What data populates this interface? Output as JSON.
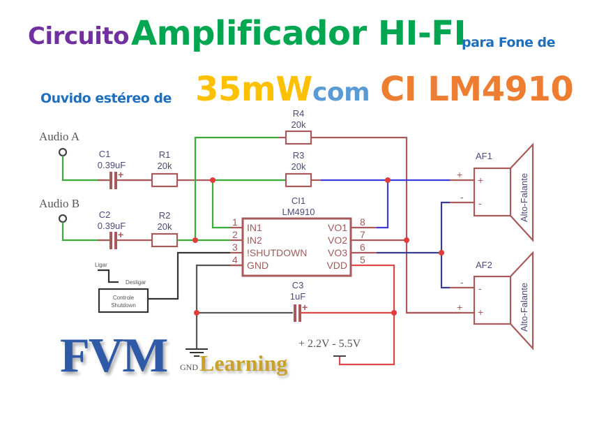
{
  "title": {
    "line1": [
      {
        "text": "Circuito",
        "color": "#7030a0"
      },
      {
        "text": "Amplificador HI-FI",
        "color": "#00a650"
      },
      {
        "text": "para Fone de",
        "color": "#1f6fbf"
      }
    ],
    "line2": [
      {
        "text": "Ouvido estéreo de",
        "color": "#1f6fbf"
      },
      {
        "text": "35mW",
        "color": "#ffc000"
      },
      {
        "text": "com",
        "color": "#5b9bd5"
      },
      {
        "text": "CI LM4910",
        "color": "#ed7d31"
      }
    ]
  },
  "inputs": {
    "audio_a": "Audio A",
    "audio_b": "Audio B"
  },
  "components": {
    "c1": {
      "ref": "C1",
      "value": "0.39uF"
    },
    "c2": {
      "ref": "C2",
      "value": "0.39uF"
    },
    "c3": {
      "ref": "C3",
      "value": "1uF"
    },
    "r1": {
      "ref": "R1",
      "value": "20k"
    },
    "r2": {
      "ref": "R2",
      "value": "20k"
    },
    "r3": {
      "ref": "R3",
      "value": "20k"
    },
    "r4": {
      "ref": "R4",
      "value": "20k"
    },
    "ic": {
      "ref": "CI1",
      "part": "LM4910",
      "left_pins": [
        {
          "num": "1",
          "name": "IN1"
        },
        {
          "num": "2",
          "name": "IN2"
        },
        {
          "num": "3",
          "name": "!SHUTDOWN"
        },
        {
          "num": "4",
          "name": "GND"
        }
      ],
      "right_pins": [
        {
          "num": "8",
          "name": "VO1"
        },
        {
          "num": "7",
          "name": "VO2"
        },
        {
          "num": "6",
          "name": "VO3"
        },
        {
          "num": "5",
          "name": "VDD"
        }
      ]
    },
    "af1": {
      "ref": "AF1",
      "label": "Alto-Falante",
      "plus": "+",
      "minus": "-"
    },
    "af2": {
      "ref": "AF2",
      "label": "Alto-Falante",
      "plus": "+",
      "minus": "-"
    }
  },
  "shutdown_control": {
    "on_label": "Ligar",
    "off_label": "Desligar",
    "box_line1": "Controle",
    "box_line2": "Shutdown"
  },
  "power": {
    "supply_label": "+ 2.2V - 5.5V",
    "gnd_label": "GND"
  },
  "logo": {
    "main": "FVM",
    "sub": "Learning",
    "main_color": "#2e5aa8",
    "sub_color": "#c9a227"
  },
  "wire_colors": {
    "green": "#3aaa3a",
    "maroon": "#a85a5a",
    "blue": "#3c3cdc",
    "navy": "#3c3c8c",
    "red": "#e04848",
    "dark": "#333333",
    "junction": "#e03c3c"
  }
}
